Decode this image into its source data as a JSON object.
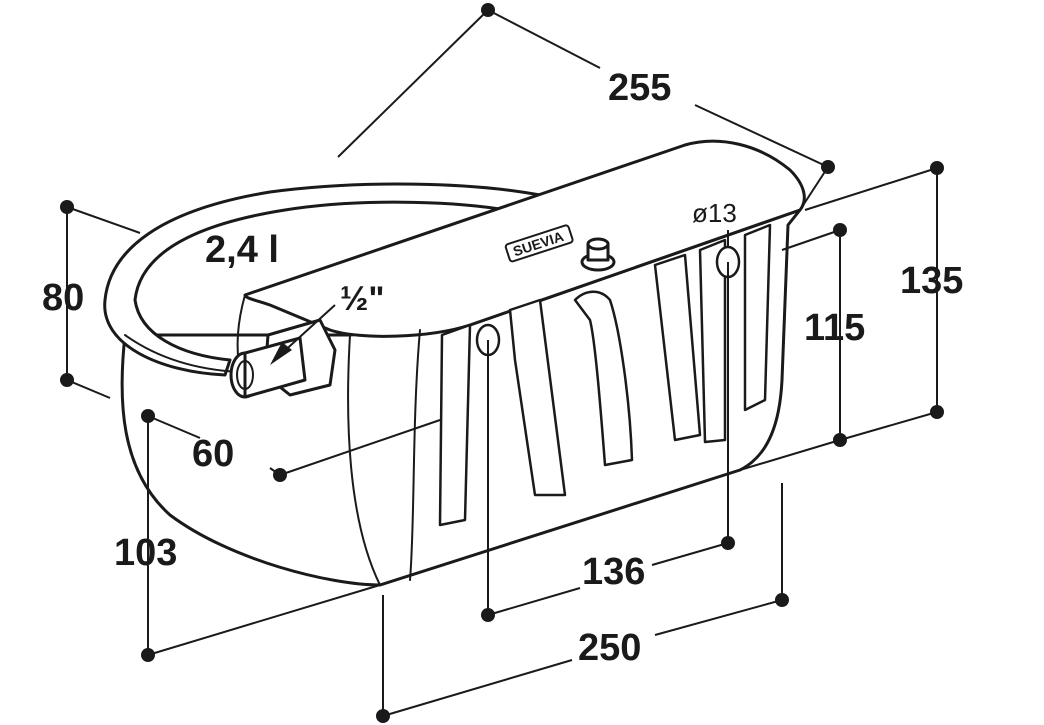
{
  "dimensions": {
    "top_length": "255",
    "left_height": "80",
    "right_outer_height": "135",
    "right_inner_height": "115",
    "inlet_offset": "60",
    "body_height": "103",
    "hole_spacing": "136",
    "base_length": "250",
    "hole_diameter": "ø13",
    "volume": "2,4 l",
    "thread_size": "½\""
  },
  "brand": {
    "text": "SUEVIA"
  },
  "colors": {
    "line": "#1a1a1a",
    "background": "#ffffff"
  }
}
